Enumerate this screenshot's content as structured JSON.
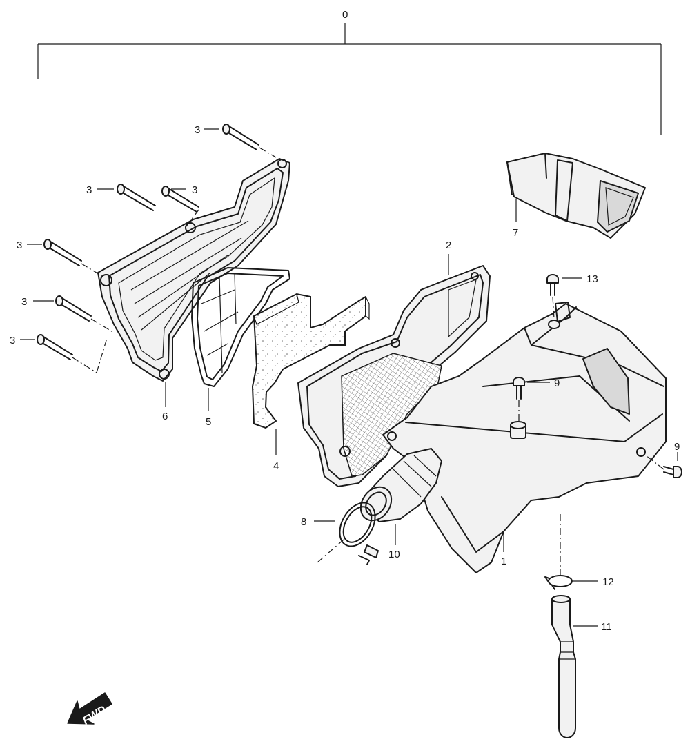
{
  "callouts": {
    "c0": "0",
    "c1": "1",
    "c2": "2",
    "c3a": "3",
    "c3b": "3",
    "c3c": "3",
    "c3d": "3",
    "c3e": "3",
    "c3f": "3",
    "c4": "4",
    "c5": "5",
    "c6": "6",
    "c7": "7",
    "c8": "8",
    "c9a": "9",
    "c9b": "9",
    "c10": "10",
    "c11": "11",
    "c12": "12",
    "c13": "13"
  },
  "fwd_label": "FWD"
}
